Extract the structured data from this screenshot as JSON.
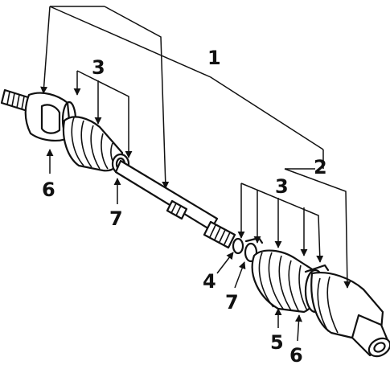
{
  "callouts": {
    "c1": "1",
    "c2": "2",
    "c3_left": "3",
    "c3_right": "3",
    "c4": "4",
    "c5": "5",
    "c6_left": "6",
    "c6_right": "6",
    "c7_left": "7",
    "c7_right": "7"
  }
}
